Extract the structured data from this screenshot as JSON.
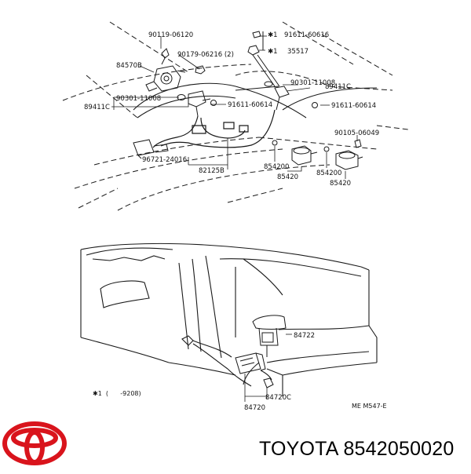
{
  "labels": {
    "p90119": "90119-06120",
    "p1_91611": "91611-60616",
    "p1_35517": "35517",
    "mark1": "✱1",
    "p90179": "90179-06216 (2)",
    "p84570": "84570B",
    "p90301_right": "90301-11008",
    "p89411_right": "89411C",
    "p89411_left": "89411C",
    "p90301_left": "90301-11008",
    "p91611_mid": "91611-60614",
    "p91611_right": "91611-60614",
    "p90105": "90105-06049",
    "p96721": "96721-24016",
    "p82125": "82125B",
    "p854200_a": "854200",
    "p85420_a": "85420",
    "p854200_b": "854200",
    "p85420_b": "85420",
    "p84722": "84722",
    "p84720c": "84720C",
    "p84720": "84720",
    "note_range": "✱1  (      -9208)",
    "code": "ME M547-E"
  },
  "footer": {
    "brand": "TOYOTA",
    "part_number": "8542050020"
  },
  "colors": {
    "line": "#1a1a1a",
    "logo_red": "#d9141c"
  }
}
